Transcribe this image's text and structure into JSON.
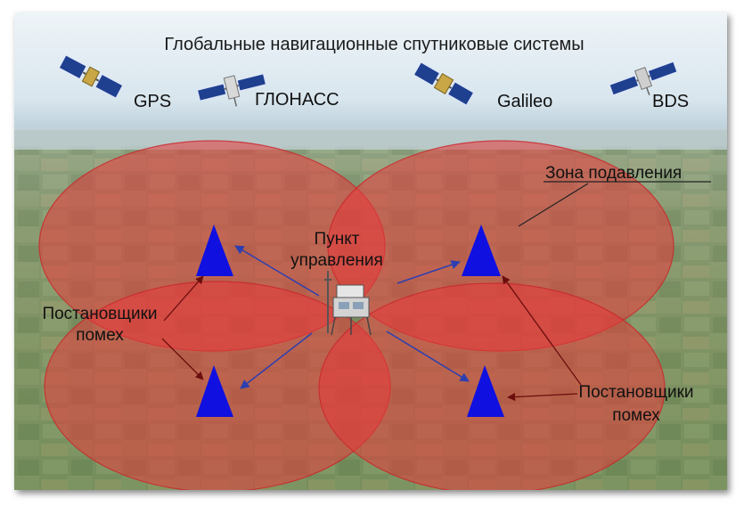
{
  "title": "Глобальные навигационные спутниковые системы",
  "satellites": [
    {
      "label": "GPS",
      "icon": "satellite-icon"
    },
    {
      "label": "ГЛОНАСС",
      "icon": "satellite-icon"
    },
    {
      "label": "Galileo",
      "icon": "satellite-icon"
    },
    {
      "label": "BDS",
      "icon": "satellite-icon"
    }
  ],
  "labels": {
    "suppression_zone": "Зона подавления",
    "control_point_line1": "Пункт",
    "control_point_line2": "управления",
    "jammers_left_line1": "Постановщики",
    "jammers_left_line2": "помех",
    "jammers_right_line1": "Постановщики",
    "jammers_right_line2": "помех"
  },
  "colors": {
    "sky_top": "#eef4f8",
    "sky_bottom": "#c6d8e3",
    "zone_fill": "#e8393a",
    "zone_stroke": "#c9262a",
    "jammer_triangle": "#1010e0",
    "arrow_blue": "#2d3fb0",
    "arrow_dark": "#6b0d0d",
    "solar_panel": "#1f3f8f"
  }
}
